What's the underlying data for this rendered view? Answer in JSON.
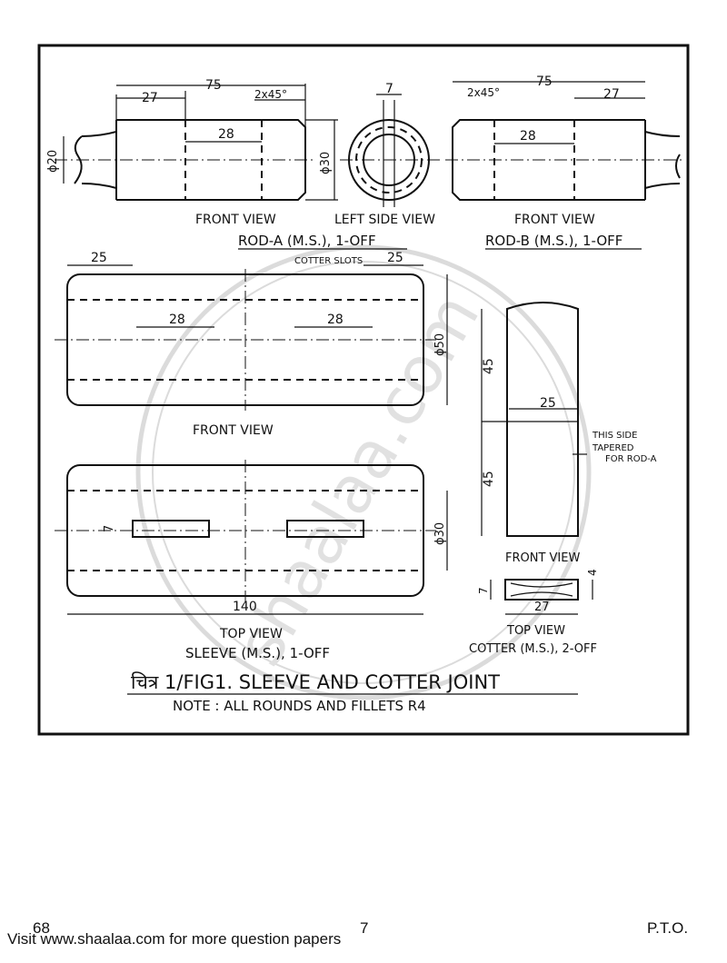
{
  "drawing": {
    "rod_a": {
      "dim_75": "75",
      "dim_27": "27",
      "chamfer": "2x45°",
      "slot": "28",
      "dia_20": "ϕ20",
      "dia_30": "ϕ30",
      "front_view": "FRONT VIEW",
      "title": "ROD-A (M.S.), 1-OFF"
    },
    "left_side": {
      "dim_7": "7",
      "label": "LEFT SIDE VIEW"
    },
    "rod_b": {
      "chamfer": "2x45°",
      "dim_75": "75",
      "dim_27": "27",
      "slot": "28",
      "front_view": "FRONT VIEW",
      "title": "ROD-B (M.S.), 1-OFF"
    },
    "sleeve_front": {
      "dim_25_left": "25",
      "cotter_slots": "COTTER SLOTS",
      "dim_25_right": "25",
      "slot_left": "28",
      "slot_right": "28",
      "dia_50": "ϕ50",
      "label": "FRONT VIEW"
    },
    "sleeve_top": {
      "dim_7": "7",
      "dia_30": "ϕ30",
      "dim_140": "140",
      "label": "TOP VIEW",
      "title": "SLEEVE (M.S.), 1-OFF"
    },
    "cotter_front": {
      "dim_45_top": "45",
      "dim_45_bottom": "45",
      "dim_25": "25",
      "note_1": "THIS SIDE",
      "note_2": "TAPERED",
      "note_3": "FOR ROD-A",
      "label": "FRONT VIEW"
    },
    "cotter_top": {
      "dim_7": "7",
      "dim_4": "4",
      "dim_27": "27",
      "label": "TOP VIEW",
      "title": "COTTER (M.S.), 2-OFF"
    },
    "figure_title": "चित्र 1/FIG1. SLEEVE AND COTTER JOINT",
    "note": "NOTE :  ALL ROUNDS AND FILLETS R4",
    "watermark": "shaalaa.com"
  },
  "footer": {
    "page_left": "68",
    "page_center": "7",
    "visit_text": "Visit www.shaalaa.com for more question papers",
    "pto": "P.T.O."
  }
}
